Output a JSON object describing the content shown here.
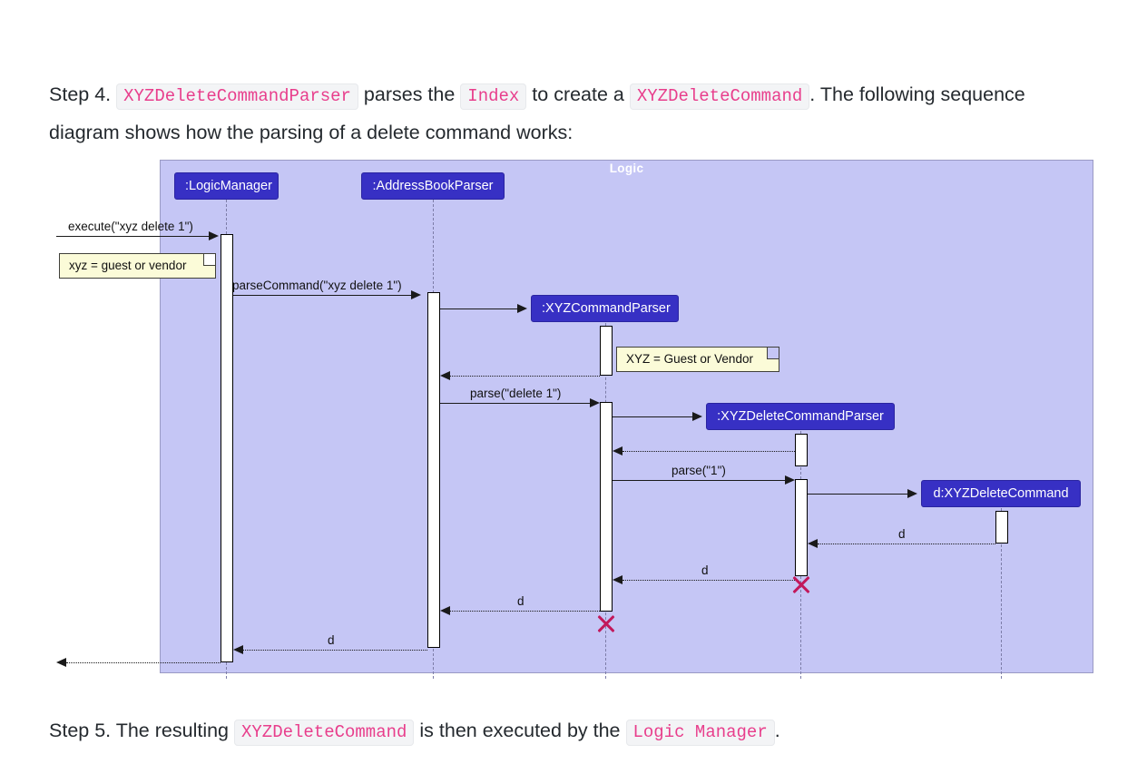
{
  "step4": {
    "prefix": "Step 4. ",
    "code1": "XYZDeleteCommandParser",
    "mid1": " parses the ",
    "code2": "Index",
    "mid2": " to create a ",
    "code3": "XYZDeleteCommand",
    "suffix": ". The following sequence diagram shows how the parsing of a delete command works:"
  },
  "step5": {
    "prefix": "Step 5. The resulting ",
    "code1": "XYZDeleteCommand",
    "mid1": " is then executed by the ",
    "code2": "Logic Manager",
    "suffix": "."
  },
  "diagram": {
    "type": "uml-sequence-diagram",
    "frame_label": "Logic",
    "colors": {
      "frame_background": "#c5c6f5",
      "frame_border": "#9a9ac4",
      "participant_fill": "#3730c4",
      "participant_text": "#ffffff",
      "note_fill": "#fbfbd8",
      "note_border": "#40403a",
      "destroy_marker": "#c2185b",
      "line": "#1a1a1a",
      "lifeline": "#7d7da8",
      "code_text": "#e83e8c",
      "code_background": "#f3f4f6"
    },
    "participants": [
      {
        "id": "logicmanager",
        "label": ":LogicManager"
      },
      {
        "id": "addressbookparser",
        "label": ":AddressBookParser"
      },
      {
        "id": "xyzcommandparser",
        "label": ":XYZCommandParser"
      },
      {
        "id": "xyzdeletecommandparser",
        "label": ":XYZDeleteCommandParser"
      },
      {
        "id": "xyzdeletecommand",
        "label": "d:XYZDeleteCommand"
      }
    ],
    "notes": [
      {
        "id": "note-xyz-lower",
        "text": "xyz = guest or vendor"
      },
      {
        "id": "note-xyz-upper",
        "text": "XYZ = Guest or Vendor"
      }
    ],
    "messages": [
      {
        "id": "m1",
        "label": "execute(\"xyz delete 1\")",
        "from": "actor",
        "to": "logicmanager",
        "kind": "call"
      },
      {
        "id": "m2",
        "label": "parseCommand(\"xyz delete 1\")",
        "from": "logicmanager",
        "to": "addressbookparser",
        "kind": "call"
      },
      {
        "id": "m3",
        "label": "",
        "from": "addressbookparser",
        "to": "xyzcommandparser",
        "kind": "create"
      },
      {
        "id": "m4",
        "label": "",
        "from": "xyzcommandparser",
        "to": "addressbookparser",
        "kind": "return"
      },
      {
        "id": "m5",
        "label": "parse(\"delete 1\")",
        "from": "addressbookparser",
        "to": "xyzcommandparser",
        "kind": "call"
      },
      {
        "id": "m6",
        "label": "",
        "from": "xyzcommandparser",
        "to": "xyzdeletecommandparser",
        "kind": "create"
      },
      {
        "id": "m7",
        "label": "",
        "from": "xyzdeletecommandparser",
        "to": "xyzcommandparser",
        "kind": "return"
      },
      {
        "id": "m8",
        "label": "parse(\"1\")",
        "from": "xyzcommandparser",
        "to": "xyzdeletecommandparser",
        "kind": "call"
      },
      {
        "id": "m9",
        "label": "",
        "from": "xyzdeletecommandparser",
        "to": "xyzdeletecommand",
        "kind": "create"
      },
      {
        "id": "m10",
        "label": "d",
        "from": "xyzdeletecommand",
        "to": "xyzdeletecommandparser",
        "kind": "return"
      },
      {
        "id": "m11",
        "label": "d",
        "from": "xyzdeletecommandparser",
        "to": "xyzcommandparser",
        "kind": "return"
      },
      {
        "id": "m12",
        "label": "d",
        "from": "xyzcommandparser",
        "to": "addressbookparser",
        "kind": "return"
      },
      {
        "id": "m13",
        "label": "d",
        "from": "addressbookparser",
        "to": "logicmanager",
        "kind": "return"
      },
      {
        "id": "m14",
        "label": "",
        "from": "logicmanager",
        "to": "actor",
        "kind": "return"
      }
    ],
    "destructions": [
      {
        "id": "destroy-xyzdeletecommandparser",
        "target": "xyzdeletecommandparser"
      },
      {
        "id": "destroy-xyzcommandparser",
        "target": "xyzcommandparser"
      }
    ]
  }
}
